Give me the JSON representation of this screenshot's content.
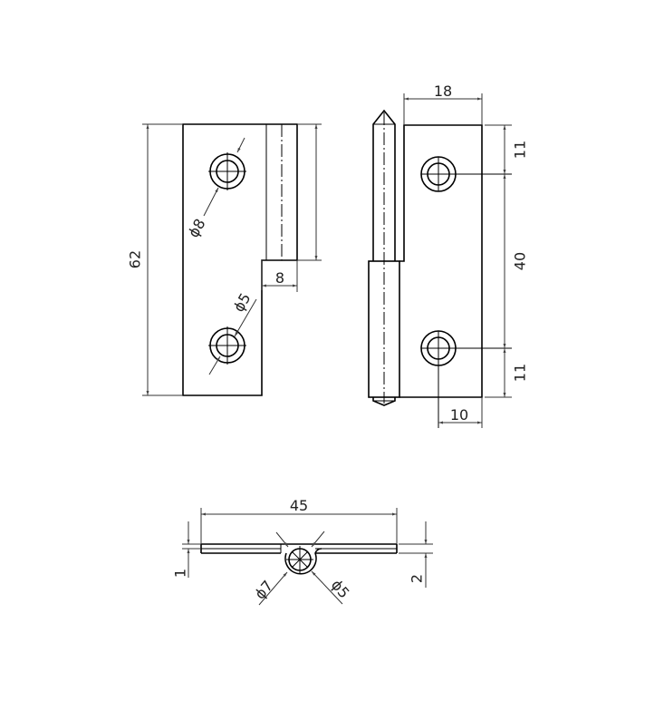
{
  "drawing": {
    "title": "Lift-off hinge technical drawing",
    "colors": {
      "line": "#000000",
      "dimension": "#333333",
      "background": "#ffffff"
    },
    "views": {
      "front": {
        "dimensions": {
          "height": "62",
          "knuckle_width": "8",
          "counterbore_dia": "ϕ8",
          "hole_dia": "ϕ5"
        }
      },
      "side": {
        "dimensions": {
          "plate_width": "18",
          "top_offset": "11",
          "hole_spacing": "40",
          "bottom_offset": "11",
          "hole_edge_offset": "10"
        }
      },
      "bottom": {
        "dimensions": {
          "overall_length": "45",
          "thickness_left": "1",
          "thickness_right": "2",
          "knuckle_outer_dia": "ϕ7",
          "pin_dia": "ϕ5"
        }
      }
    }
  }
}
